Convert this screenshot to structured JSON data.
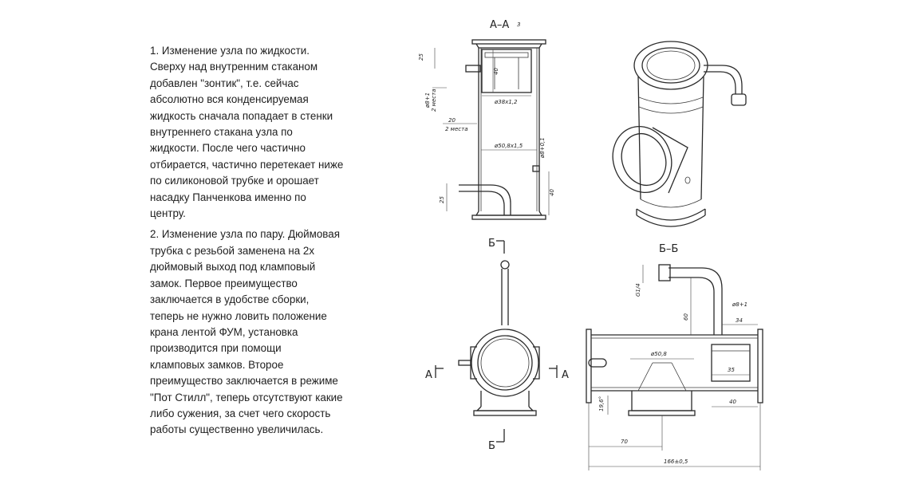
{
  "text": {
    "p1": "1. Изменение узла по жидкости.\nСверху над внутренним стаканом\nдобавлен \"зонтик\", т.е. сейчас\nабсолютно вся конденсируемая\nжидкость сначала попадает в стенки\nвнутреннего стакана узла по\nжидкости. После чего частично\nотбирается, частично перетекает ниже\nпо силиконовой трубке и орошает\nнасадку Панченкова именно по\nцентру.",
    "p2": "2. Изменение узла по пару. Дюймовая\nтрубка с резьбой заменена на 2х\nдюймовый выход под кламповый\nзамок. Первое преимущество\nзаключается в удобстве сборки,\nтеперь не нужно ловить положение\nкрана лентой ФУМ, установка\nпроизводится при помощи\nкламповых замков. Второе\nпреимущество заключается в режиме\n\"Пот Стилл\", теперь отсутствуют какие\nлибо сужения, за счет чего скорость\nработы существенно увеличилась."
  },
  "drawing": {
    "section_aa": "А–А",
    "section_bb": "Б–Б",
    "mark_a": "А",
    "mark_b": "Б",
    "dims": {
      "d25_top": "25",
      "d40_inner": "40",
      "d3": "3",
      "hole_d8": "ø8+1",
      "two_places": "2 места",
      "d20": "20",
      "cup_d38": "ø38х1,2",
      "pipe_d508": "ø50,8х1,5",
      "hole_d8_small": "ø8+0,1",
      "d25_bottom": "25",
      "d40_bottom": "40",
      "g14": "G1/4",
      "d60": "60",
      "d8_tube": "ø8+1",
      "d34": "34",
      "d508_bb": "ø50,8",
      "d35": "35",
      "d196": "19,6°",
      "d40_bb": "40",
      "d70": "70",
      "d166": "166±0,5"
    }
  }
}
